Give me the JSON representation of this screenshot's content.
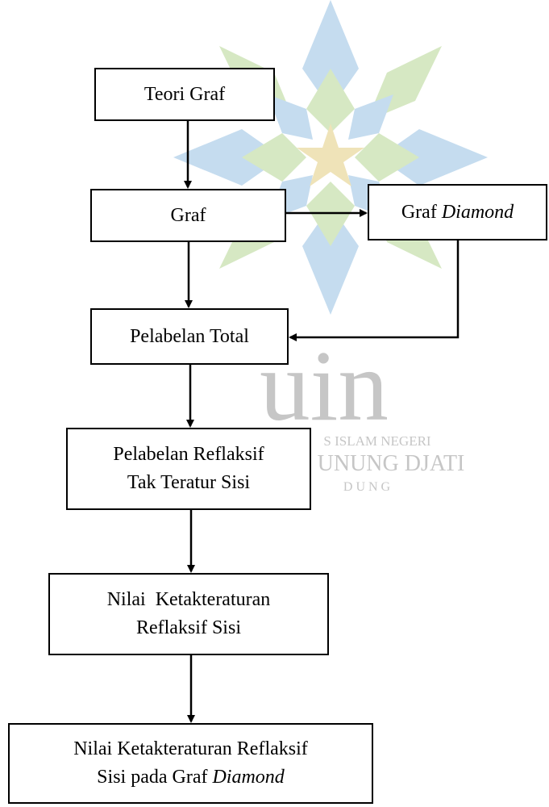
{
  "diagram": {
    "nodes": {
      "teori_graf": {
        "label": "Teori Graf"
      },
      "graf": {
        "label": "Graf"
      },
      "graf_diamond": {
        "label_prefix": "Graf ",
        "label_italic": "Diamond"
      },
      "pelabelan_total": {
        "label": "Pelabelan Total"
      },
      "pelabelan_refleksif": {
        "line1": "Pelabelan Reflaksif",
        "line2": "Tak Teratur Sisi"
      },
      "nilai_ketakteraturan": {
        "line1": "Nilai  Ketakteraturan",
        "line2": "Reflaksif Sisi"
      },
      "nilai_diamond": {
        "line1": "Nilai Ketakteraturan Reflaksif",
        "line2_prefix": "Sisi pada Graf ",
        "line2_italic": "Diamond"
      }
    },
    "edges": [
      {
        "from": "teori_graf",
        "to": "graf"
      },
      {
        "from": "graf",
        "to": "graf_diamond"
      },
      {
        "from": "graf",
        "to": "pelabelan_total"
      },
      {
        "from": "graf_diamond",
        "to": "pelabelan_total"
      },
      {
        "from": "pelabelan_total",
        "to": "pelabelan_refleksif"
      },
      {
        "from": "pelabelan_refleksif",
        "to": "nilai_ketakteraturan"
      },
      {
        "from": "nilai_ketakteraturan",
        "to": "nilai_diamond"
      }
    ]
  },
  "watermark": {
    "logo_text": "uin",
    "line1": "S ISLAM NEGERI",
    "line2": "UNUNG DJATI",
    "line3": "D U N G"
  },
  "colors": {
    "line": "#000000",
    "watermark_green": "#d6e8c3",
    "watermark_blue": "#c5dcef",
    "watermark_star": "#efe3b8",
    "watermark_text": "#c6c6c6"
  }
}
